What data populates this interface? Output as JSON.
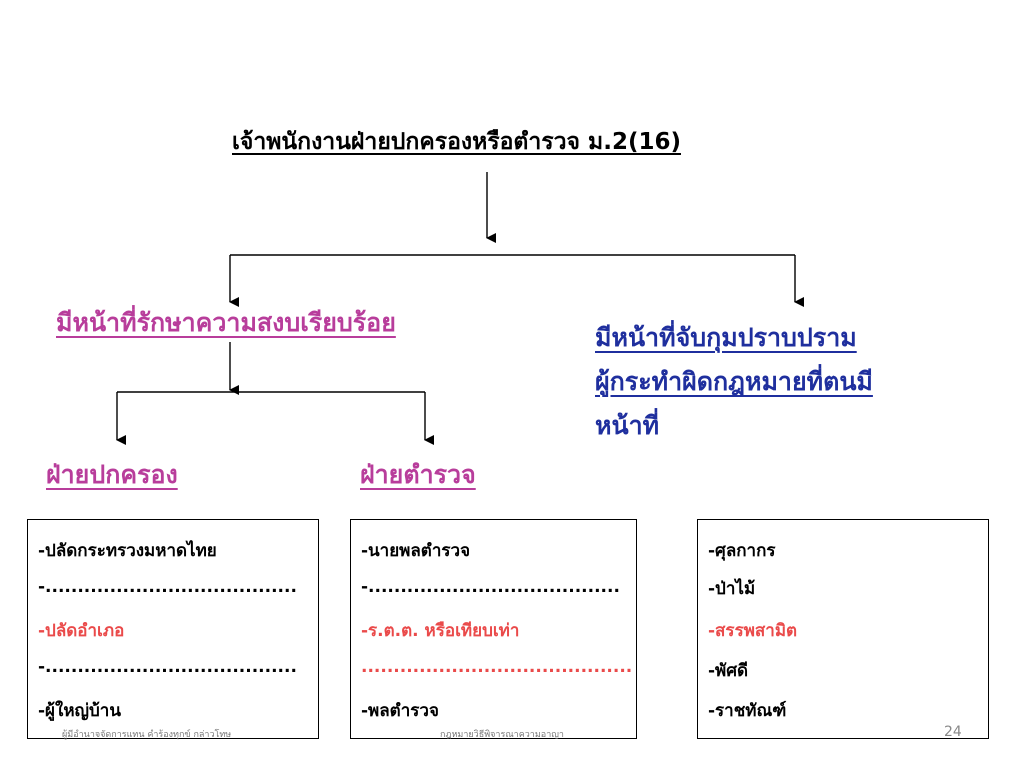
{
  "title": "เจ้าพนักงานฝ่ายปกครองหรือตำรวจ ม.2(16)",
  "branches": {
    "peace": "มีหน้าที่รักษาความสงบเรียบร้อย",
    "arrest": [
      "มีหน้าที่จับกุมปราบปราม",
      "ผู้กระทำผิดกฎหมายที่ตนมี",
      "หน้าที่"
    ],
    "admin": "ฝ่ายปกครอง",
    "police": "ฝ่ายตำรวจ"
  },
  "boxes": {
    "admin": [
      {
        "text": "-ปลัดกระทรวงมหาดไทย",
        "color": "#000000"
      },
      {
        "text": "-.......................................",
        "color": "#000000"
      },
      {
        "text": "-ปลัดอำเภอ",
        "color": "#ea4a4a"
      },
      {
        "text": "-.......................................",
        "color": "#000000"
      },
      {
        "text": "-ผู้ใหญ่บ้าน",
        "color": "#000000"
      }
    ],
    "police": [
      {
        "text": "-นายพลตำรวจ",
        "color": "#000000"
      },
      {
        "text": "-.......................................",
        "color": "#000000"
      },
      {
        "text": "-ร.ต.ต. หรือเทียบเท่า",
        "color": "#ea4a4a"
      },
      {
        "text": "..........................................",
        "color": "#ea4a4a"
      },
      {
        "text": "-พลตำรวจ",
        "color": "#000000"
      }
    ],
    "others": [
      {
        "text": "-ศุลกากร",
        "color": "#000000"
      },
      {
        "text": "-ป่าไม้",
        "color": "#000000"
      },
      {
        "text": "-สรรพสามิต",
        "color": "#ea4a4a"
      },
      {
        "text": "-พัศดี",
        "color": "#000000"
      },
      {
        "text": "-ราชทัณฑ์",
        "color": "#000000"
      }
    ]
  },
  "footer": {
    "left": "ผู้มีอำนาจจัดการแทน คำร้องทุกข์ กล่าวโทษ",
    "center": "กฎหมายวิธีพิจารณาความอาญา",
    "page": "24"
  },
  "colors": {
    "pink": "#b83d9b",
    "blue": "#1f2f9e",
    "red": "#ea4a4a"
  }
}
